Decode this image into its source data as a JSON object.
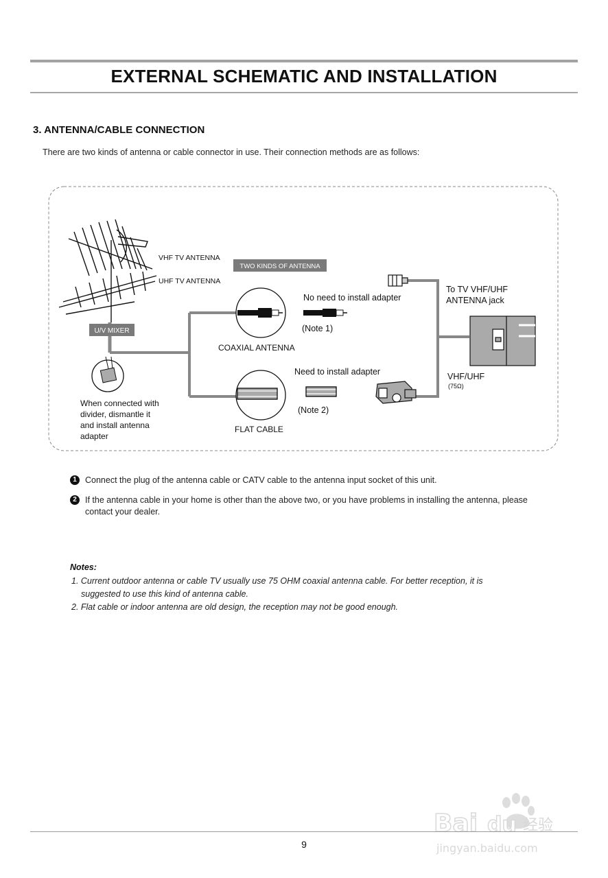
{
  "page_title": "EXTERNAL SCHEMATIC AND INSTALLATION",
  "section_heading": "3. ANTENNA/CABLE CONNECTION",
  "intro_text": "There are two kinds of antenna or cable connector in use. Their connection methods are as follows:",
  "diagram": {
    "vhf_label": "VHF TV ANTENNA",
    "uhf_label": "UHF TV ANTENNA",
    "two_kinds_badge": "TWO KINDS OF ANTENNA",
    "mixer_badge": "U/V MIXER",
    "divider_note": [
      "When connected with",
      "divider, dismantle it",
      "and install antenna",
      "adapter"
    ],
    "no_adapter": "No need to install adapter",
    "note1": "(Note 1)",
    "coaxial_label": "COAXIAL ANTENNA",
    "need_adapter": "Need to install adapter",
    "note2": "(Note 2)",
    "flat_label": "FLAT CABLE",
    "to_tv_line1": "To TV VHF/UHF",
    "to_tv_line2": "ANTENNA jack",
    "vhf_uhf": "VHF/UHF",
    "ohm": "(75Ω)"
  },
  "bullets": [
    {
      "num": "1",
      "text": "Connect the plug of the antenna cable or CATV cable to the antenna input socket of this unit."
    },
    {
      "num": "2",
      "text": "If the antenna cable in your home is other than the above two, or you have problems in installing the antenna, please contact your dealer."
    }
  ],
  "notes": {
    "title": "Notes:",
    "items": [
      {
        "line1": "1. Current outdoor antenna or cable TV usually use 75 OHM coaxial antenna cable. For better reception, it is",
        "line2": "suggested to use this kind of antenna cable."
      },
      {
        "line1": "2. Flat cable or indoor antenna are old design, the reception may not be good enough.",
        "line2": ""
      }
    ]
  },
  "page_number": "9",
  "watermark": {
    "brand": "Baidu经验",
    "url": "jingyan.baidu.com"
  }
}
